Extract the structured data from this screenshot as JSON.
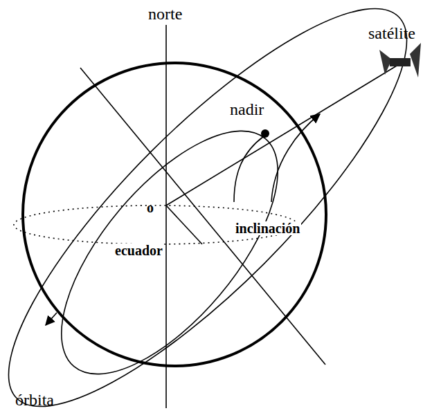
{
  "diagram": {
    "labels": [
      "norte",
      "satélite",
      "nadir",
      "o",
      "inclinación",
      "ecuador",
      "órbita"
    ]
  }
}
